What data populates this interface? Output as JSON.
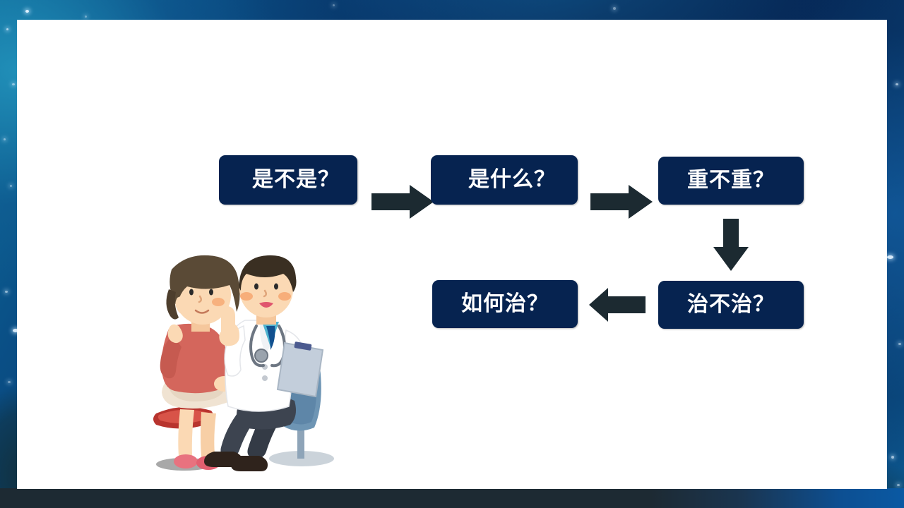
{
  "slide": {
    "background_colors": {
      "deep_blue": "#06264f",
      "mid_blue": "#0a4f86",
      "teal_blue": "#0d6f9c",
      "footer_slate": "#1d2a33"
    },
    "card_color": "#ffffff"
  },
  "flow": {
    "box_color": "#062350",
    "box_text_color": "#ffffff",
    "arrow_color": "#1c2a31",
    "nodes": [
      {
        "id": "node-1",
        "label": "是不是？",
        "lines": [
          "是不",
          "是？"
        ],
        "row": 1,
        "order": 1
      },
      {
        "id": "node-2",
        "label": "是什么？",
        "lines": [
          "是什",
          "么？"
        ],
        "row": 1,
        "order": 2
      },
      {
        "id": "node-3",
        "label": "重不重？",
        "lines": [
          "重不重？"
        ],
        "row": 1,
        "order": 3
      },
      {
        "id": "node-4",
        "label": "治不治？",
        "lines": [
          "治不治？"
        ],
        "row": 2,
        "order": 1
      },
      {
        "id": "node-5",
        "label": "如何治？",
        "lines": [
          "如何治？"
        ],
        "row": 2,
        "order": 2
      }
    ],
    "connectors": [
      {
        "id": "arrow-1",
        "direction": "right",
        "from": "node-1",
        "to": "node-2"
      },
      {
        "id": "arrow-2",
        "direction": "right",
        "from": "node-2",
        "to": "node-3"
      },
      {
        "id": "arrow-3",
        "direction": "down",
        "from": "node-3",
        "to": "node-4"
      },
      {
        "id": "arrow-4",
        "direction": "left",
        "from": "node-4",
        "to": "node-5"
      }
    ]
  },
  "illustration": {
    "name": "doctor-and-patient-illustration",
    "figures": [
      {
        "name": "patient-woman",
        "description": "woman seated on red stool, hand on cheek",
        "hair_color": "#5a4a36",
        "skin_color": "#fbd9b4",
        "top_color": "#d4665c",
        "skirt_color": "#f0e3d2",
        "shoe_color": "#e8727f",
        "stool_color": "#b8342e"
      },
      {
        "name": "doctor-man",
        "description": "doctor in white coat pointing up, holding clipboard, seated on blue chair",
        "hair_color": "#3a2f22",
        "skin_color": "#fbd9b4",
        "coat_color": "#ffffff",
        "shirt_color": "#4fb3d0",
        "tie_color": "#11508f",
        "trousers_color": "#3d4450",
        "shoe_color": "#2f231c",
        "chair_color": "#6e95b4",
        "clipboard_color": "#c3cedb",
        "stethoscope_color": "#6d7682"
      }
    ]
  }
}
